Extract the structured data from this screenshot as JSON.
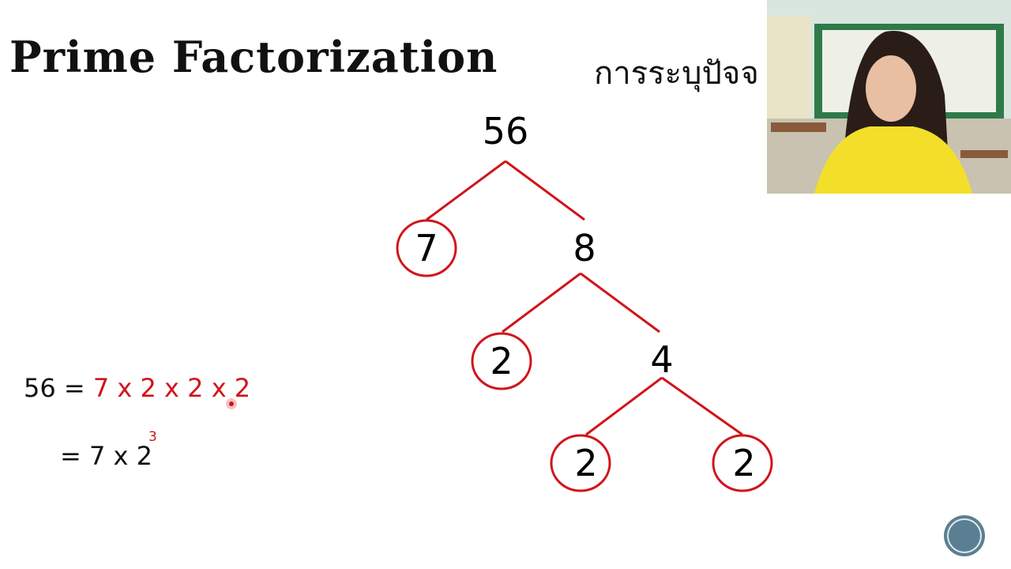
{
  "slide": {
    "title": "Prime Factorization",
    "subtitle_thai": "การระบุปัจจ",
    "tree": {
      "root": "56",
      "level1": {
        "prime": "7",
        "composite": "8"
      },
      "level2": {
        "prime": "2",
        "composite": "4"
      },
      "level3": {
        "left": "2",
        "right": "2"
      }
    },
    "equation_line1": {
      "lhs": "56 =",
      "rhs": "7 x 2 x 2 x 2"
    },
    "equation_line2": {
      "text": "= 7 x 2",
      "exponent": "3"
    },
    "colors": {
      "accent": "#d1141b",
      "text": "#111111"
    }
  }
}
